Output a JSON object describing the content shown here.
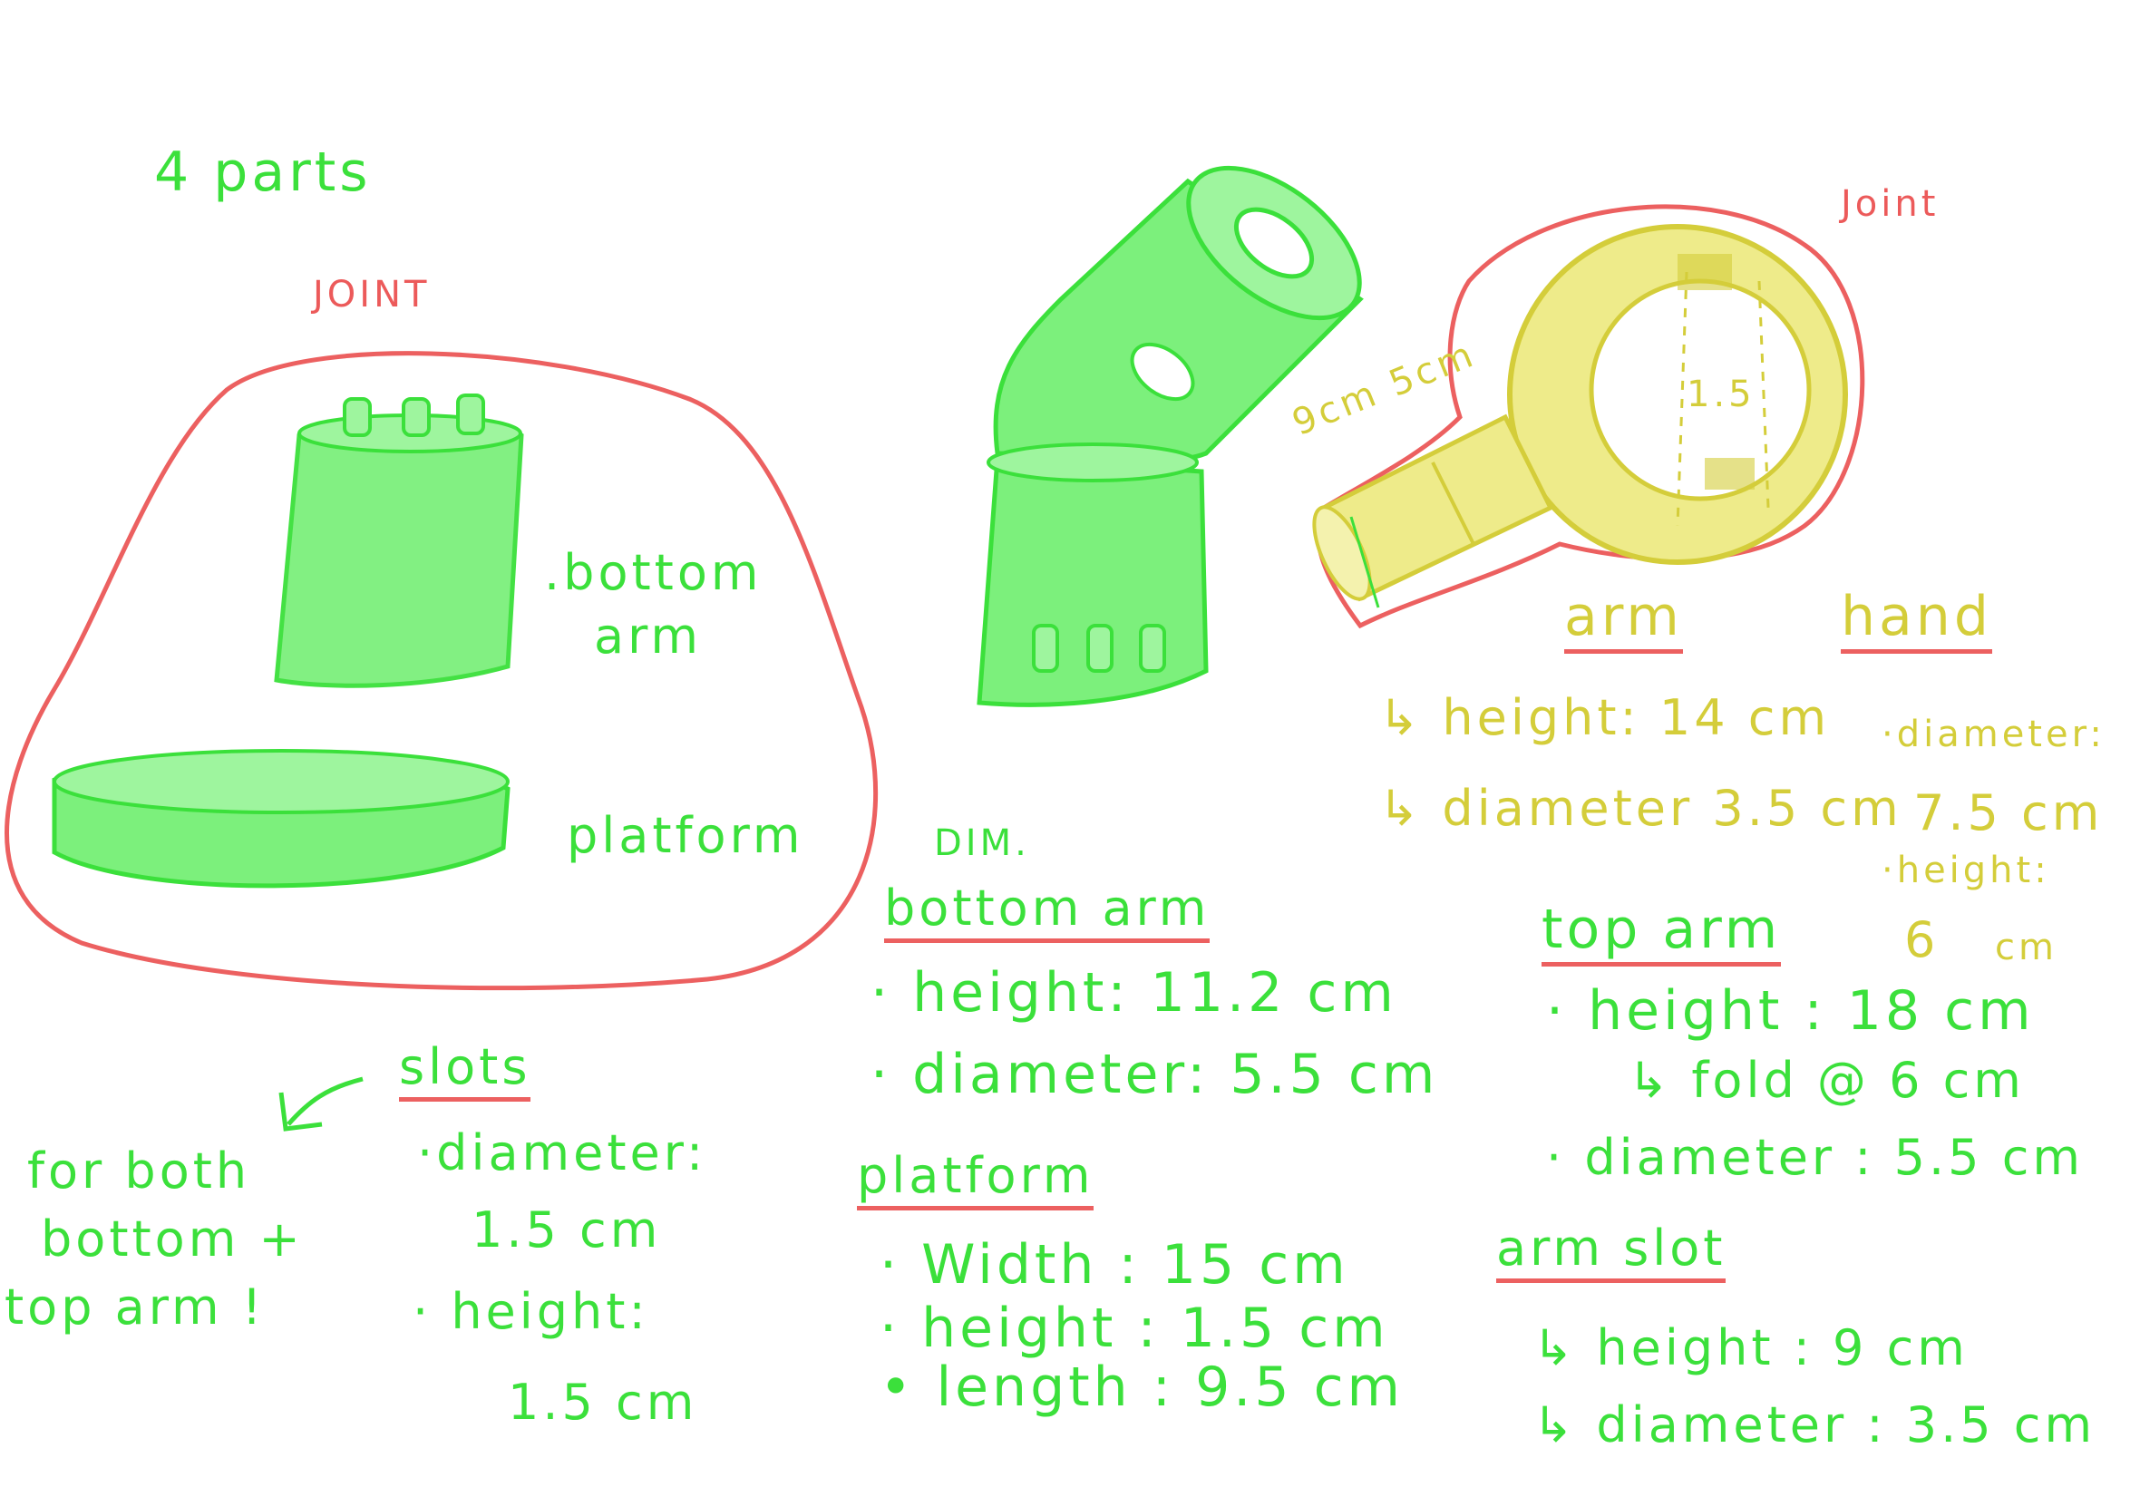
{
  "title": "4 parts",
  "left_group": {
    "label": "JOINT",
    "bottom_arm_label_1": ".bottom",
    "bottom_arm_label_2": "arm",
    "platform_label": "platform"
  },
  "right_group": {
    "label": "Joint",
    "arm_length_note": "9cm 5cm",
    "inner_mark": "1.5"
  },
  "arm_spec": {
    "heading": "arm",
    "height": "↳ height: 14 cm",
    "diameter": "↳ diameter 3.5 cm"
  },
  "hand_spec": {
    "heading": "hand",
    "lines": [
      "·diameter:",
      "7.5 cm",
      "·height:",
      "6",
      "cm"
    ]
  },
  "dim": {
    "label": "DIM.",
    "bottom_arm": {
      "heading": "bottom arm",
      "height": "· height: 11.2 cm",
      "diameter": "· diameter: 5.5 cm"
    },
    "platform": {
      "heading": "platform",
      "width": "· Width : 15 cm",
      "height": "· height : 1.5 cm",
      "length": "• length : 9.5 cm"
    },
    "top_arm": {
      "heading": "top arm",
      "height": "· height : 18 cm",
      "fold": "↳ fold @ 6 cm",
      "diameter": "· diameter : 5.5 cm"
    },
    "arm_slot": {
      "heading": "arm slot",
      "height": "↳ height : 9 cm",
      "diameter": "↳ diameter : 3.5 cm"
    }
  },
  "slots": {
    "heading": "slots",
    "note_lines": [
      "for both",
      "bottom +",
      "top arm !"
    ],
    "diameter_label": "·diameter:",
    "diameter_value": "1.5 cm",
    "height_label": "· height:",
    "height_value": "1.5 cm"
  },
  "colors": {
    "green": "#3be03b",
    "green_fill": "#7cf07c",
    "red": "#ec5a5a",
    "yellow": "#d4cd3a",
    "yellow_fill": "#eeeb8a"
  }
}
